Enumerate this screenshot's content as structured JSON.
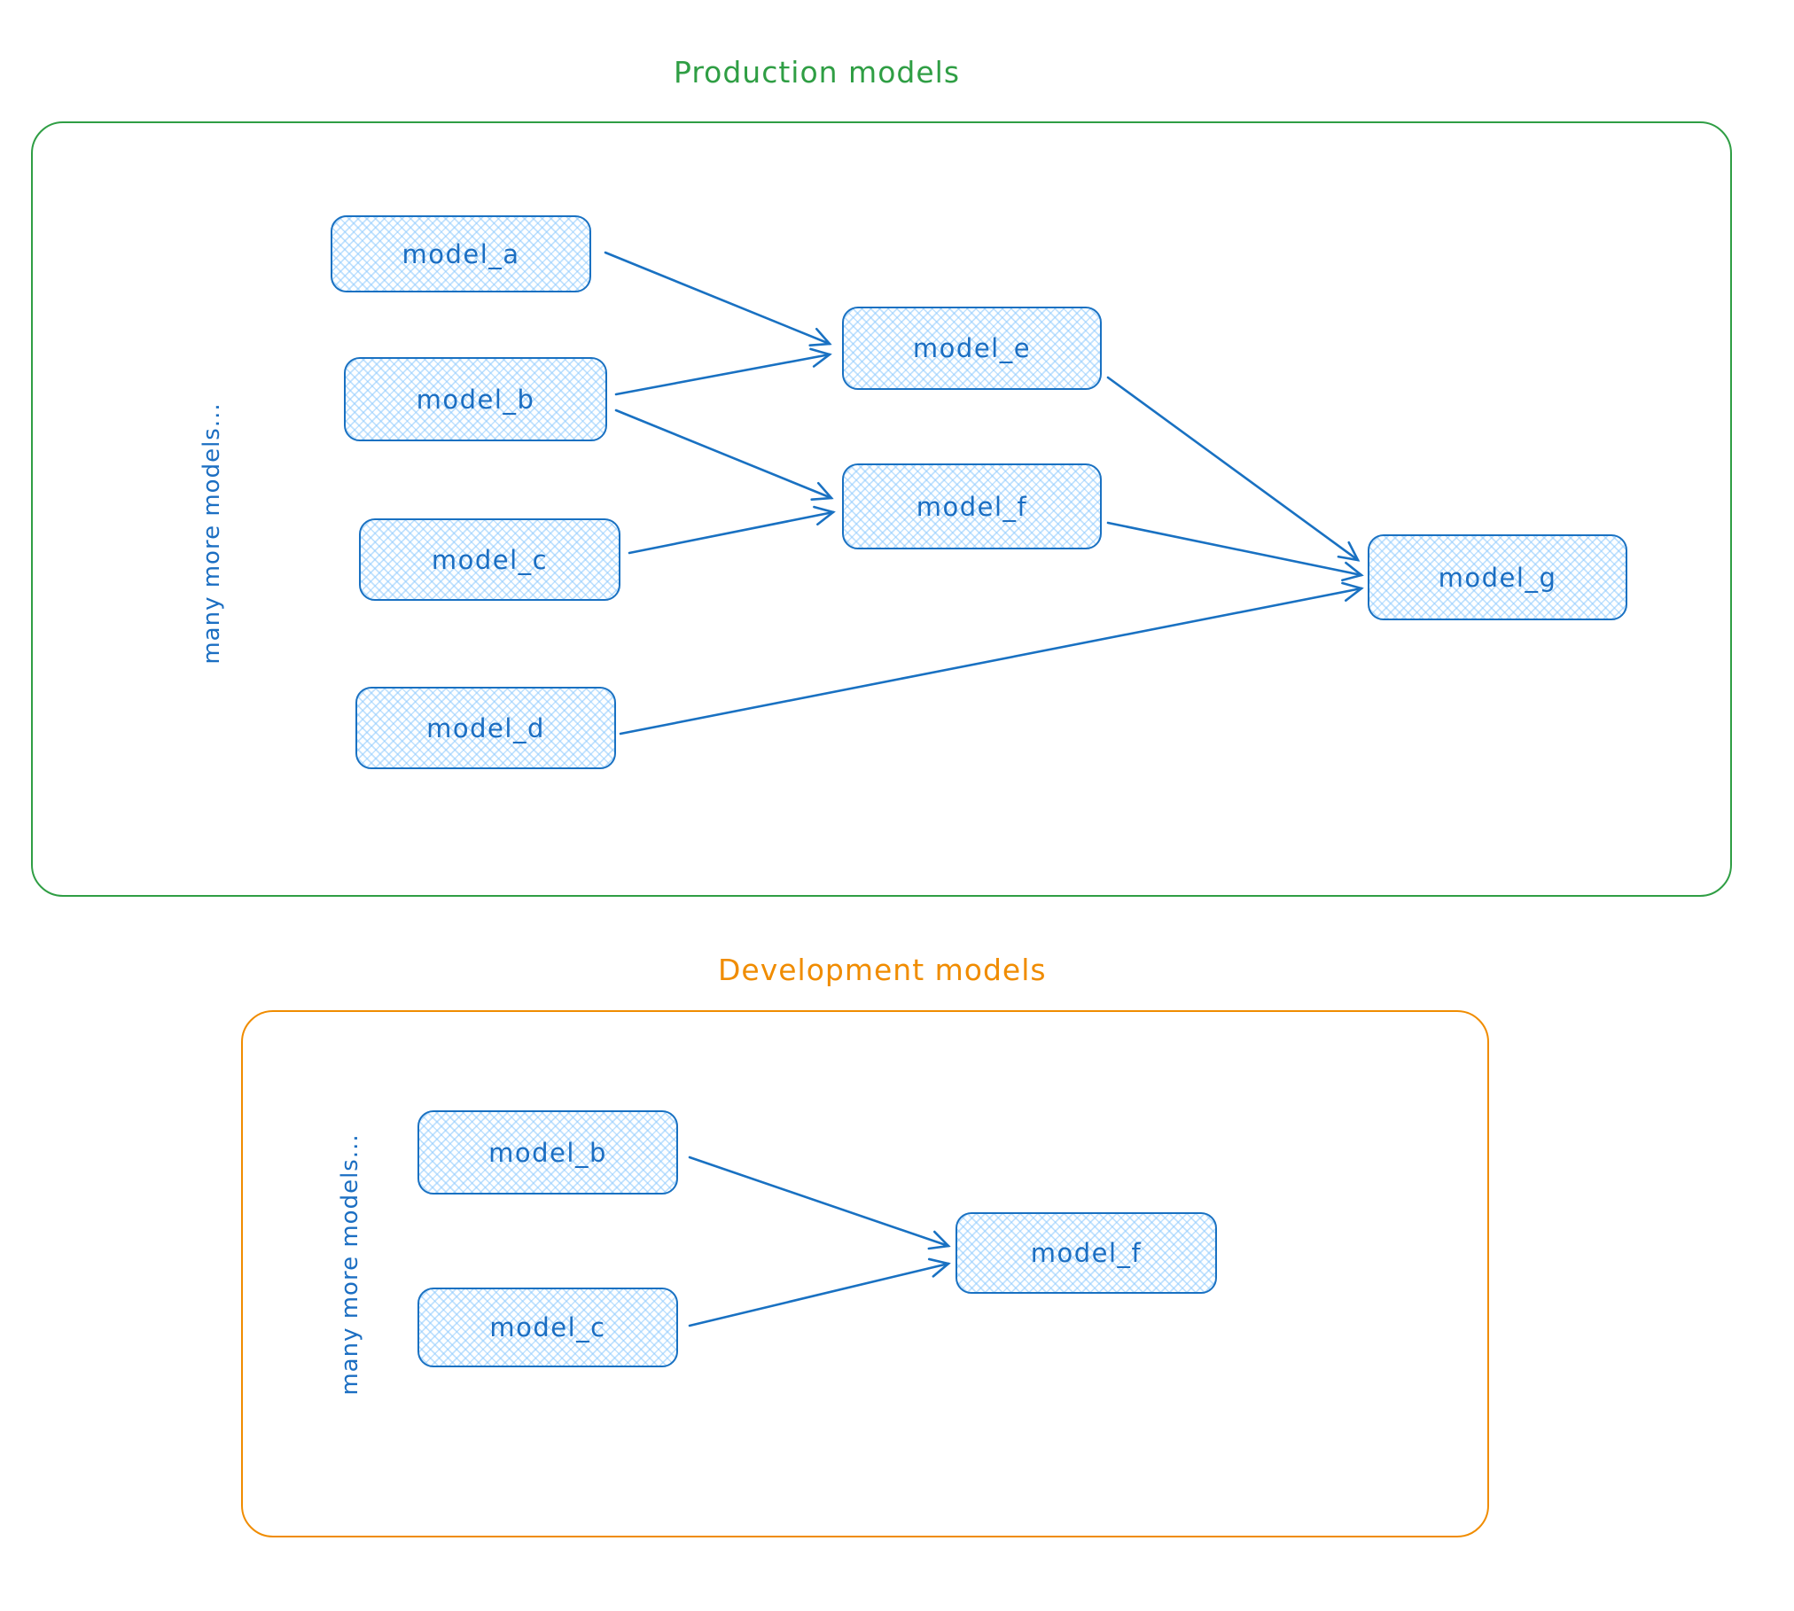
{
  "diagram": {
    "style": {
      "node_stroke_color": "#1971c2",
      "node_fill_color": "#a5d8ff",
      "node_fill_style": "cross-hatch",
      "production_accent_color": "#2f9e44",
      "development_accent_color": "#f08c00",
      "background": "#ffffff"
    },
    "sections": [
      {
        "id": "production",
        "title": "Production models",
        "side_label": "many more models...",
        "nodes": [
          {
            "id": "model_a",
            "label": "model_a"
          },
          {
            "id": "model_b",
            "label": "model_b"
          },
          {
            "id": "model_c",
            "label": "model_c"
          },
          {
            "id": "model_d",
            "label": "model_d"
          },
          {
            "id": "model_e",
            "label": "model_e"
          },
          {
            "id": "model_f",
            "label": "model_f"
          },
          {
            "id": "model_g",
            "label": "model_g"
          }
        ],
        "edges": [
          {
            "from": "model_a",
            "to": "model_e"
          },
          {
            "from": "model_b",
            "to": "model_e"
          },
          {
            "from": "model_b",
            "to": "model_f"
          },
          {
            "from": "model_c",
            "to": "model_f"
          },
          {
            "from": "model_e",
            "to": "model_g"
          },
          {
            "from": "model_f",
            "to": "model_g"
          },
          {
            "from": "model_d",
            "to": "model_g"
          }
        ]
      },
      {
        "id": "development",
        "title": "Development models",
        "side_label": "many more models...",
        "nodes": [
          {
            "id": "model_b",
            "label": "model_b"
          },
          {
            "id": "model_c",
            "label": "model_c"
          },
          {
            "id": "model_f",
            "label": "model_f"
          }
        ],
        "edges": [
          {
            "from": "model_b",
            "to": "model_f"
          },
          {
            "from": "model_c",
            "to": "model_f"
          }
        ]
      }
    ]
  }
}
